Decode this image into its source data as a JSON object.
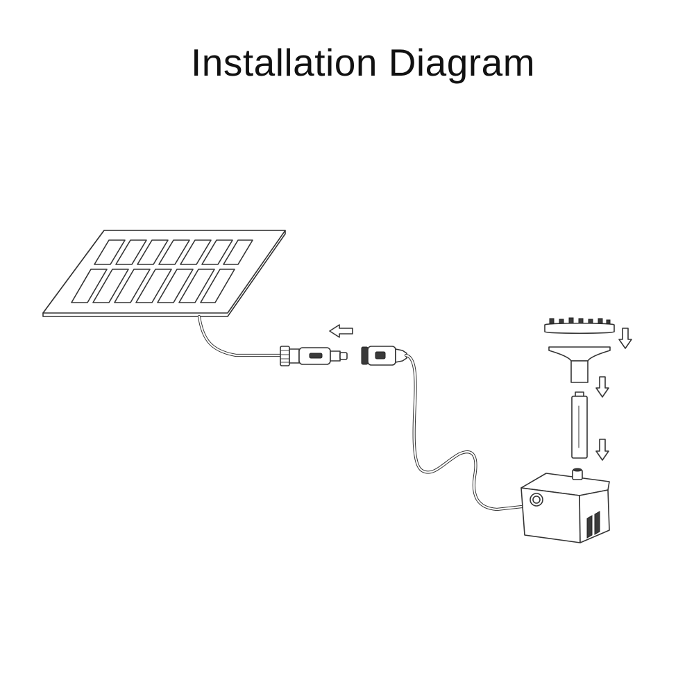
{
  "title": "Installation Diagram",
  "parts": [
    {
      "name": "solar-panel",
      "icon": "solar-panel-icon"
    },
    {
      "name": "male-dc-connector",
      "icon": "male-plug-icon"
    },
    {
      "name": "female-dc-connector",
      "icon": "female-socket-icon"
    },
    {
      "name": "fountain-nozzle-head",
      "icon": "nozzle-icon"
    },
    {
      "name": "nozzle-funnel",
      "icon": "funnel-icon"
    },
    {
      "name": "extension-tube",
      "icon": "tube-icon"
    },
    {
      "name": "water-pump",
      "icon": "pump-icon"
    }
  ],
  "colors": {
    "line": "#333333",
    "background": "#ffffff",
    "text": "#111111"
  }
}
